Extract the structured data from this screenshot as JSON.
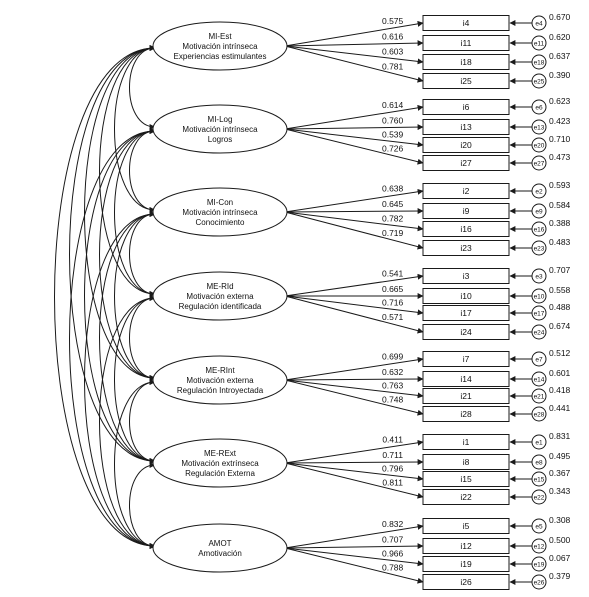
{
  "latents": [
    {
      "id": "mi-est",
      "lines": [
        "MI-Est",
        "Motivación intrínseca",
        "Experiencias estimulantes"
      ],
      "indicators": [
        {
          "item": "i4",
          "loading": "0.575",
          "error": "e4",
          "error_variance": "0.670"
        },
        {
          "item": "i11",
          "loading": "0.616",
          "error": "e11",
          "error_variance": "0.620"
        },
        {
          "item": "i18",
          "loading": "0.603",
          "error": "e18",
          "error_variance": "0.637"
        },
        {
          "item": "i25",
          "loading": "0.781",
          "error": "e25",
          "error_variance": "0.390"
        }
      ]
    },
    {
      "id": "mi-log",
      "lines": [
        "MI-Log",
        "Motivación intrínseca",
        "Logros"
      ],
      "indicators": [
        {
          "item": "i6",
          "loading": "0.614",
          "error": "e6",
          "error_variance": "0.623"
        },
        {
          "item": "i13",
          "loading": "0.760",
          "error": "e13",
          "error_variance": "0.423"
        },
        {
          "item": "i20",
          "loading": "0.539",
          "error": "e20",
          "error_variance": "0.710"
        },
        {
          "item": "i27",
          "loading": "0.726",
          "error": "e27",
          "error_variance": "0.473"
        }
      ]
    },
    {
      "id": "mi-con",
      "lines": [
        "MI-Con",
        "Motivación intrínseca",
        "Conocimiento"
      ],
      "indicators": [
        {
          "item": "i2",
          "loading": "0.638",
          "error": "e2",
          "error_variance": "0.593"
        },
        {
          "item": "i9",
          "loading": "0.645",
          "error": "e9",
          "error_variance": "0.584"
        },
        {
          "item": "i16",
          "loading": "0.782",
          "error": "e16",
          "error_variance": "0.388"
        },
        {
          "item": "i23",
          "loading": "0.719",
          "error": "e23",
          "error_variance": "0.483"
        }
      ]
    },
    {
      "id": "me-rid",
      "lines": [
        "ME-RId",
        "Motivación externa",
        "Regulación identificada"
      ],
      "indicators": [
        {
          "item": "i3",
          "loading": "0.541",
          "error": "e3",
          "error_variance": "0.707"
        },
        {
          "item": "i10",
          "loading": "0.665",
          "error": "e10",
          "error_variance": "0.558"
        },
        {
          "item": "i17",
          "loading": "0.716",
          "error": "e17",
          "error_variance": "0.488"
        },
        {
          "item": "i24",
          "loading": "0.571",
          "error": "e24",
          "error_variance": "0.674"
        }
      ]
    },
    {
      "id": "me-rint",
      "lines": [
        "ME-RInt",
        "Motivación externa",
        "Regulación Introyectada"
      ],
      "indicators": [
        {
          "item": "i7",
          "loading": "0.699",
          "error": "e7",
          "error_variance": "0.512"
        },
        {
          "item": "i14",
          "loading": "0.632",
          "error": "e14",
          "error_variance": "0.601"
        },
        {
          "item": "i21",
          "loading": "0.763",
          "error": "e21",
          "error_variance": "0.418"
        },
        {
          "item": "i28",
          "loading": "0.748",
          "error": "e28",
          "error_variance": "0.441"
        }
      ]
    },
    {
      "id": "me-rext",
      "lines": [
        "ME-RExt",
        "Motivación extrínseca",
        "Regulación Externa"
      ],
      "indicators": [
        {
          "item": "i1",
          "loading": "0.411",
          "error": "e1",
          "error_variance": "0.831"
        },
        {
          "item": "i8",
          "loading": "0.711",
          "error": "e8",
          "error_variance": "0.495"
        },
        {
          "item": "i15",
          "loading": "0.796",
          "error": "e15",
          "error_variance": "0.367"
        },
        {
          "item": "i22",
          "loading": "0.811",
          "error": "e22",
          "error_variance": "0.343"
        }
      ]
    },
    {
      "id": "amot",
      "lines": [
        "AMOT",
        "Amotivación"
      ],
      "indicators": [
        {
          "item": "i5",
          "loading": "0.832",
          "error": "e5",
          "error_variance": "0.308"
        },
        {
          "item": "i12",
          "loading": "0.707",
          "error": "e12",
          "error_variance": "0.500"
        },
        {
          "item": "i19",
          "loading": "0.966",
          "error": "e19",
          "error_variance": "0.067"
        },
        {
          "item": "i26",
          "loading": "0.788",
          "error": "e26",
          "error_variance": "0.379"
        }
      ]
    }
  ],
  "colors": {
    "stroke": "#1a1a1a",
    "background": "#ffffff",
    "text": "#111111"
  }
}
